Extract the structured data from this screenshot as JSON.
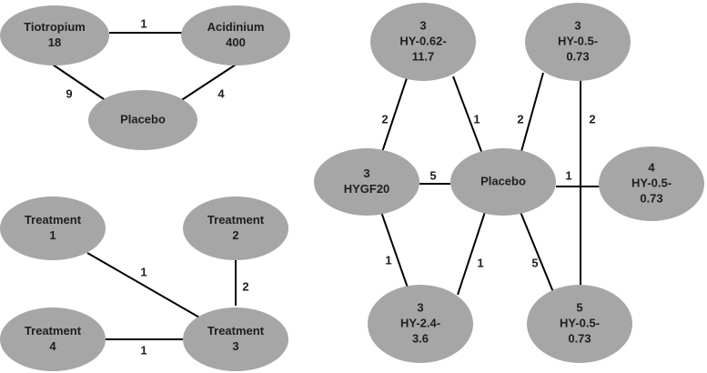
{
  "networks": [
    {
      "nodes": [
        {
          "id": "tio",
          "lines": [
            "Tiotropium",
            "18"
          ]
        },
        {
          "id": "acl",
          "lines": [
            "Acidinium",
            "400"
          ]
        },
        {
          "id": "plc1",
          "lines": [
            "Placebo"
          ]
        }
      ],
      "edges": [
        {
          "from": "tio",
          "to": "acl",
          "label": "1"
        },
        {
          "from": "tio",
          "to": "plc1",
          "label": "9"
        },
        {
          "from": "acl",
          "to": "plc1",
          "label": "4"
        }
      ]
    },
    {
      "nodes": [
        {
          "id": "t1",
          "lines": [
            "Treatment",
            "1"
          ]
        },
        {
          "id": "t2",
          "lines": [
            "Treatment",
            "2"
          ]
        },
        {
          "id": "t3",
          "lines": [
            "Treatment",
            "3"
          ]
        },
        {
          "id": "t4",
          "lines": [
            "Treatment",
            "4"
          ]
        }
      ],
      "edges": [
        {
          "from": "t1",
          "to": "t3",
          "label": "1"
        },
        {
          "from": "t2",
          "to": "t3",
          "label": "2"
        },
        {
          "from": "t4",
          "to": "t3",
          "label": "1"
        }
      ]
    },
    {
      "nodes": [
        {
          "id": "hy062",
          "lines": [
            "3",
            "HY-0.62-",
            "11.7"
          ]
        },
        {
          "id": "hy05a",
          "lines": [
            "3",
            "HY-0.5-",
            "0.73"
          ]
        },
        {
          "id": "hygf20",
          "lines": [
            "3",
            "HYGF20"
          ]
        },
        {
          "id": "plc2",
          "lines": [
            "Placebo"
          ]
        },
        {
          "id": "hy05b",
          "lines": [
            "4",
            "HY-0.5-",
            "0.73"
          ]
        },
        {
          "id": "hy24",
          "lines": [
            "3",
            "HY-2.4-",
            "3.6"
          ]
        },
        {
          "id": "hy05c",
          "lines": [
            "5",
            "HY-0.5-",
            "0.73"
          ]
        }
      ],
      "edges": [
        {
          "from": "hy062",
          "to": "hygf20",
          "label": "2"
        },
        {
          "from": "hy062",
          "to": "plc2",
          "label": "1"
        },
        {
          "from": "hy05a",
          "to": "plc2",
          "label": "2"
        },
        {
          "from": "hy05a",
          "to": "hy05c",
          "label": "2"
        },
        {
          "from": "hygf20",
          "to": "plc2",
          "label": "5"
        },
        {
          "from": "plc2",
          "to": "hy05b",
          "label": "1"
        },
        {
          "from": "hygf20",
          "to": "hy24",
          "label": "1"
        },
        {
          "from": "plc2",
          "to": "hy24",
          "label": "1"
        },
        {
          "from": "plc2",
          "to": "hy05c",
          "label": "5"
        }
      ]
    }
  ]
}
